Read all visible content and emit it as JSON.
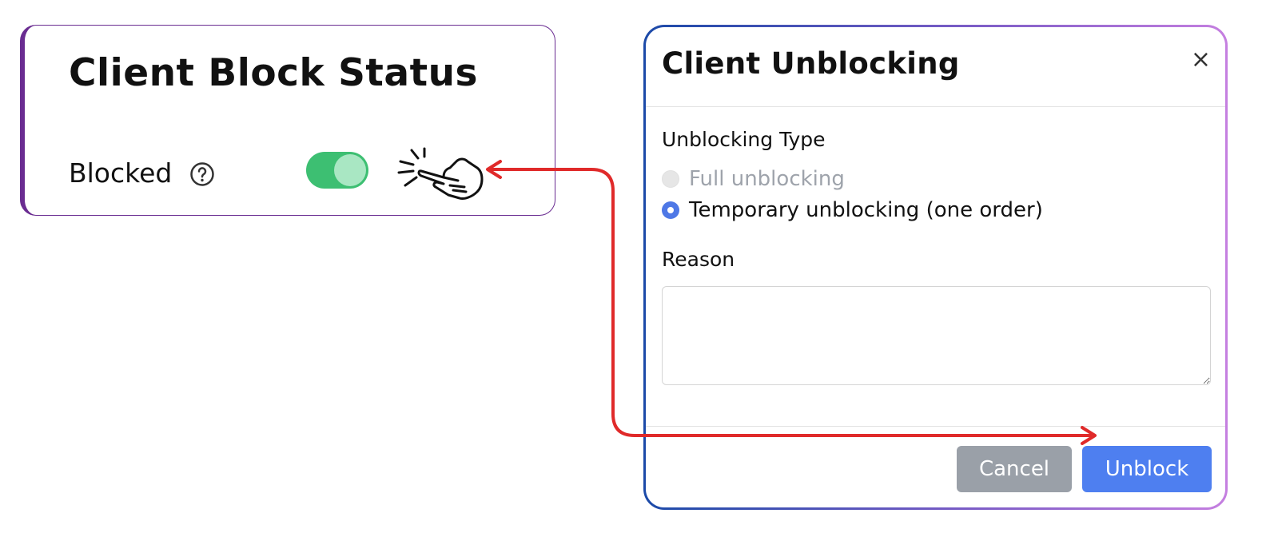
{
  "status_card": {
    "title": "Client Block Status",
    "blocked_label": "Blocked",
    "help_icon": "question-circle-icon",
    "toggle_state": "on",
    "hand_icon": "pointing-hand-click-icon"
  },
  "modal": {
    "title": "Client Unblocking",
    "close_label": "×",
    "unblocking_type_label": "Unblocking Type",
    "options": [
      {
        "label": "Full unblocking",
        "state": "disabled"
      },
      {
        "label": "Temporary unblocking (one order)",
        "state": "checked"
      }
    ],
    "reason_label": "Reason",
    "reason_value": "",
    "cancel_label": "Cancel",
    "unblock_label": "Unblock"
  },
  "colors": {
    "card_accent": "#6a2c91",
    "toggle_on": "#3dbf72",
    "primary_button": "#4e7ff0",
    "cancel_button": "#9aa0a8",
    "arrow": "#e02a2a"
  }
}
